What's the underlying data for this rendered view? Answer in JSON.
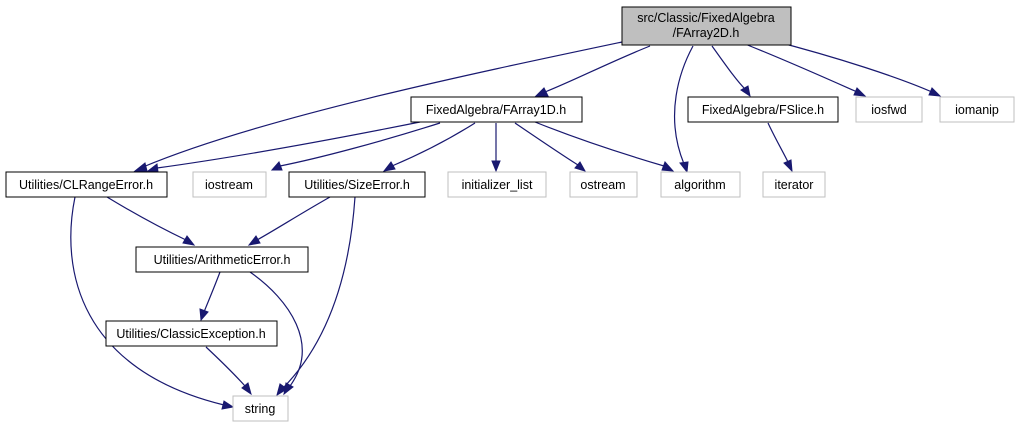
{
  "diagram": {
    "root": {
      "line1": "src/Classic/FixedAlgebra",
      "line2": "/FArray2D.h"
    },
    "nodes": {
      "farray1d": "FixedAlgebra/FArray1D.h",
      "fslice": "FixedAlgebra/FSlice.h",
      "iosfwd": "iosfwd",
      "iomanip": "iomanip",
      "clrangeerror": "Utilities/CLRangeError.h",
      "iostream": "iostream",
      "sizeerror": "Utilities/SizeError.h",
      "initializer_list": "initializer_list",
      "ostream": "ostream",
      "algorithm": "algorithm",
      "iterator": "iterator",
      "arithmeticerror": "Utilities/ArithmeticError.h",
      "classicexception": "Utilities/ClassicException.h",
      "string": "string"
    },
    "colors": {
      "edge": "#191970",
      "root_fill": "#bfbfbf",
      "documented_border": "#000000",
      "external_border": "#bfbfbf"
    }
  }
}
